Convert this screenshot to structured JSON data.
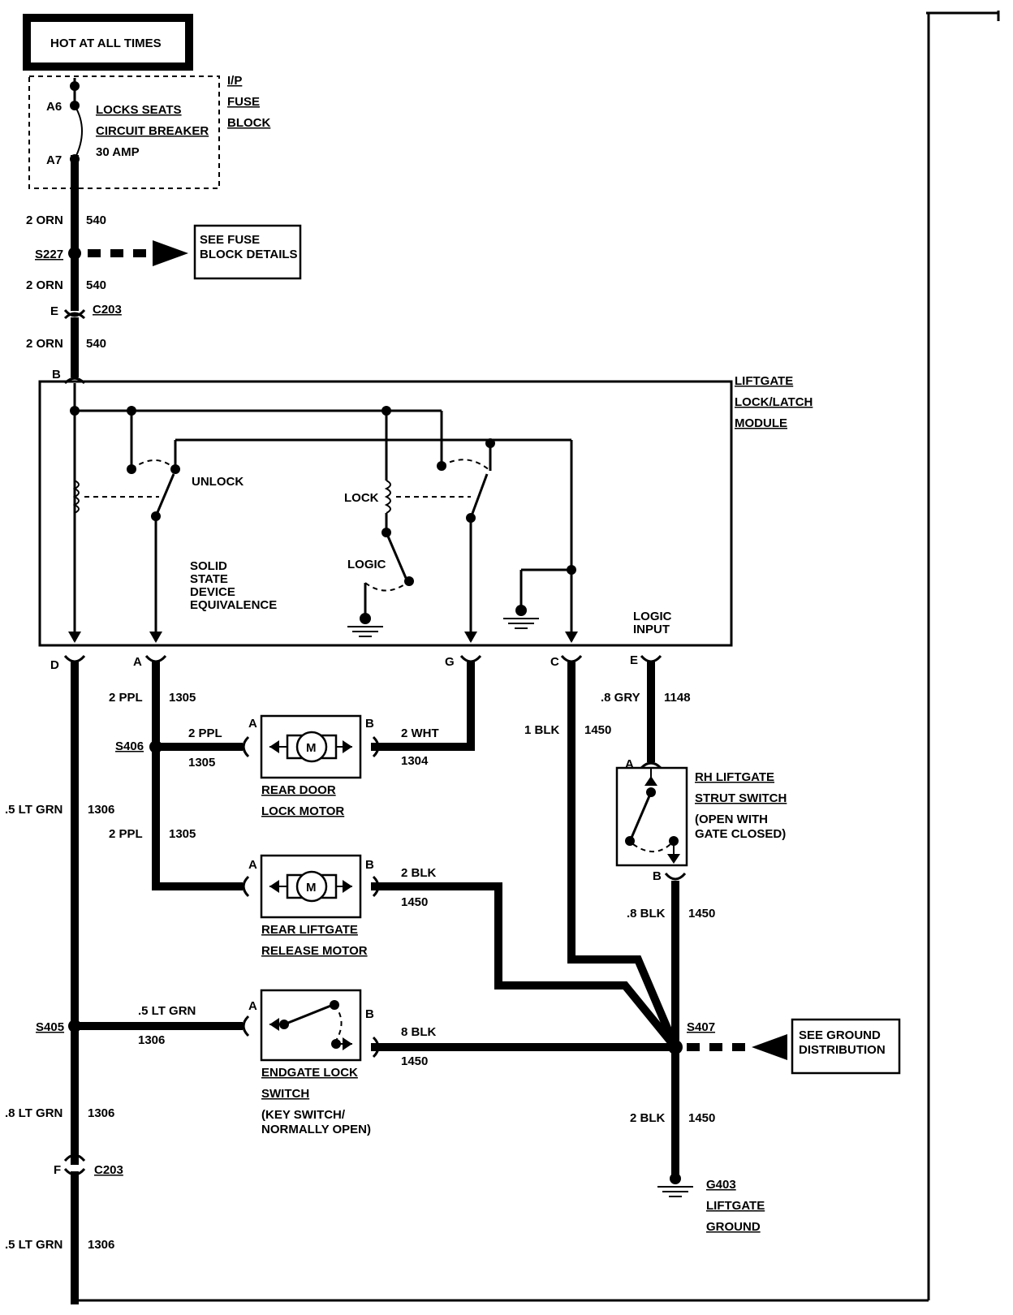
{
  "power": {
    "hot_label": "HOT AT ALL TIMES",
    "fuse_block": [
      "I/P",
      "FUSE",
      "BLOCK"
    ],
    "pin_a6": "A6",
    "pin_a7": "A7",
    "breaker": [
      "LOCKS SEATS",
      "CIRCUIT BREAKER",
      "30 AMP"
    ]
  },
  "feed": {
    "w1_gauge": "2 ORN",
    "w1_circuit": "540",
    "splice": "S227",
    "fuse_details": [
      "SEE FUSE",
      "BLOCK DETAILS"
    ],
    "w2_gauge": "2 ORN",
    "w2_circuit": "540",
    "conn_pin": "E",
    "conn": "C203",
    "w3_gauge": "2 ORN",
    "w3_circuit": "540",
    "module_pin_b": "B"
  },
  "module": {
    "title": [
      "LIFTGATE",
      "LOCK/LATCH",
      "MODULE"
    ],
    "unlock": "UNLOCK",
    "lock": "LOCK",
    "logic": "LOGIC",
    "solid_state": [
      "SOLID",
      "STATE",
      "DEVICE",
      "EQUIVALENCE"
    ],
    "logic_input": [
      "LOGIC",
      "INPUT"
    ],
    "pins": {
      "d": "D",
      "a": "A",
      "g": "G",
      "c": "C",
      "e": "E"
    }
  },
  "wires": {
    "a_gauge": "2 PPL",
    "a_circuit": "1305",
    "s406": "S406",
    "rdlm_gauge": "2 PPL",
    "rdlm_circuit": "1305",
    "rdlm_out_gauge": "2 WHT",
    "rdlm_out_circuit": "1304",
    "c_gauge": "1 BLK",
    "c_circuit": "1450",
    "e_gauge": ".8 GRY",
    "e_circuit": "1148",
    "d_gauge": ".5 LT GRN",
    "d_circuit": "1306",
    "a2_gauge": "2 PPL",
    "a2_circuit": "1305",
    "rlrm_out_gauge": "2 BLK",
    "rlrm_out_circuit": "1450",
    "strut_out_gauge": ".8 BLK",
    "strut_out_circuit": "1450",
    "s405": "S405",
    "egl_gauge": ".5 LT GRN",
    "egl_circuit": "1306",
    "egl_out_gauge": "8 BLK",
    "egl_out_circuit": "1450",
    "s407": "S407",
    "ground_dist": [
      "SEE GROUND",
      "DISTRIBUTION"
    ],
    "g403_gauge": "2 BLK",
    "g403_circuit": "1450",
    "g403": [
      "G403",
      "LIFTGATE",
      "GROUND"
    ],
    "d2_gauge": ".8 LT GRN",
    "d2_circuit": "1306",
    "f_pin": "F",
    "c203b": "C203",
    "d3_gauge": ".5 LT GRN",
    "d3_circuit": "1306"
  },
  "components": {
    "rear_door_motor": [
      "REAR DOOR",
      "LOCK MOTOR"
    ],
    "rear_liftgate_motor": [
      "REAR LIFTGATE",
      "RELEASE MOTOR"
    ],
    "endgate_switch": [
      "ENDGATE LOCK",
      "SWITCH",
      "(KEY SWITCH/",
      "NORMALLY OPEN)"
    ],
    "strut_switch": [
      "RH LIFTGATE",
      "STRUT SWITCH",
      "(OPEN WITH",
      "GATE CLOSED)"
    ],
    "motor_glyph": "M",
    "pin_a": "A",
    "pin_b": "B"
  }
}
